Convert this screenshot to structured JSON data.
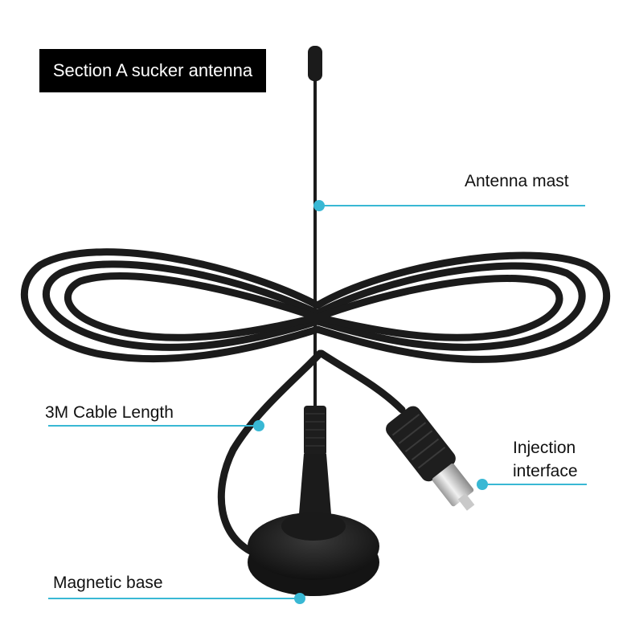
{
  "title": "Section A sucker antenna",
  "callouts": {
    "antenna_mast": "Antenna mast",
    "cable_length": "3M Cable Length",
    "injection_line1": "Injection",
    "injection_line2": "interface",
    "magnetic_base": "Magnetic base"
  },
  "colors": {
    "callout_line": "#39b8d4",
    "product": "#1b1b1b",
    "title_bg": "#000000",
    "title_text": "#ffffff"
  }
}
